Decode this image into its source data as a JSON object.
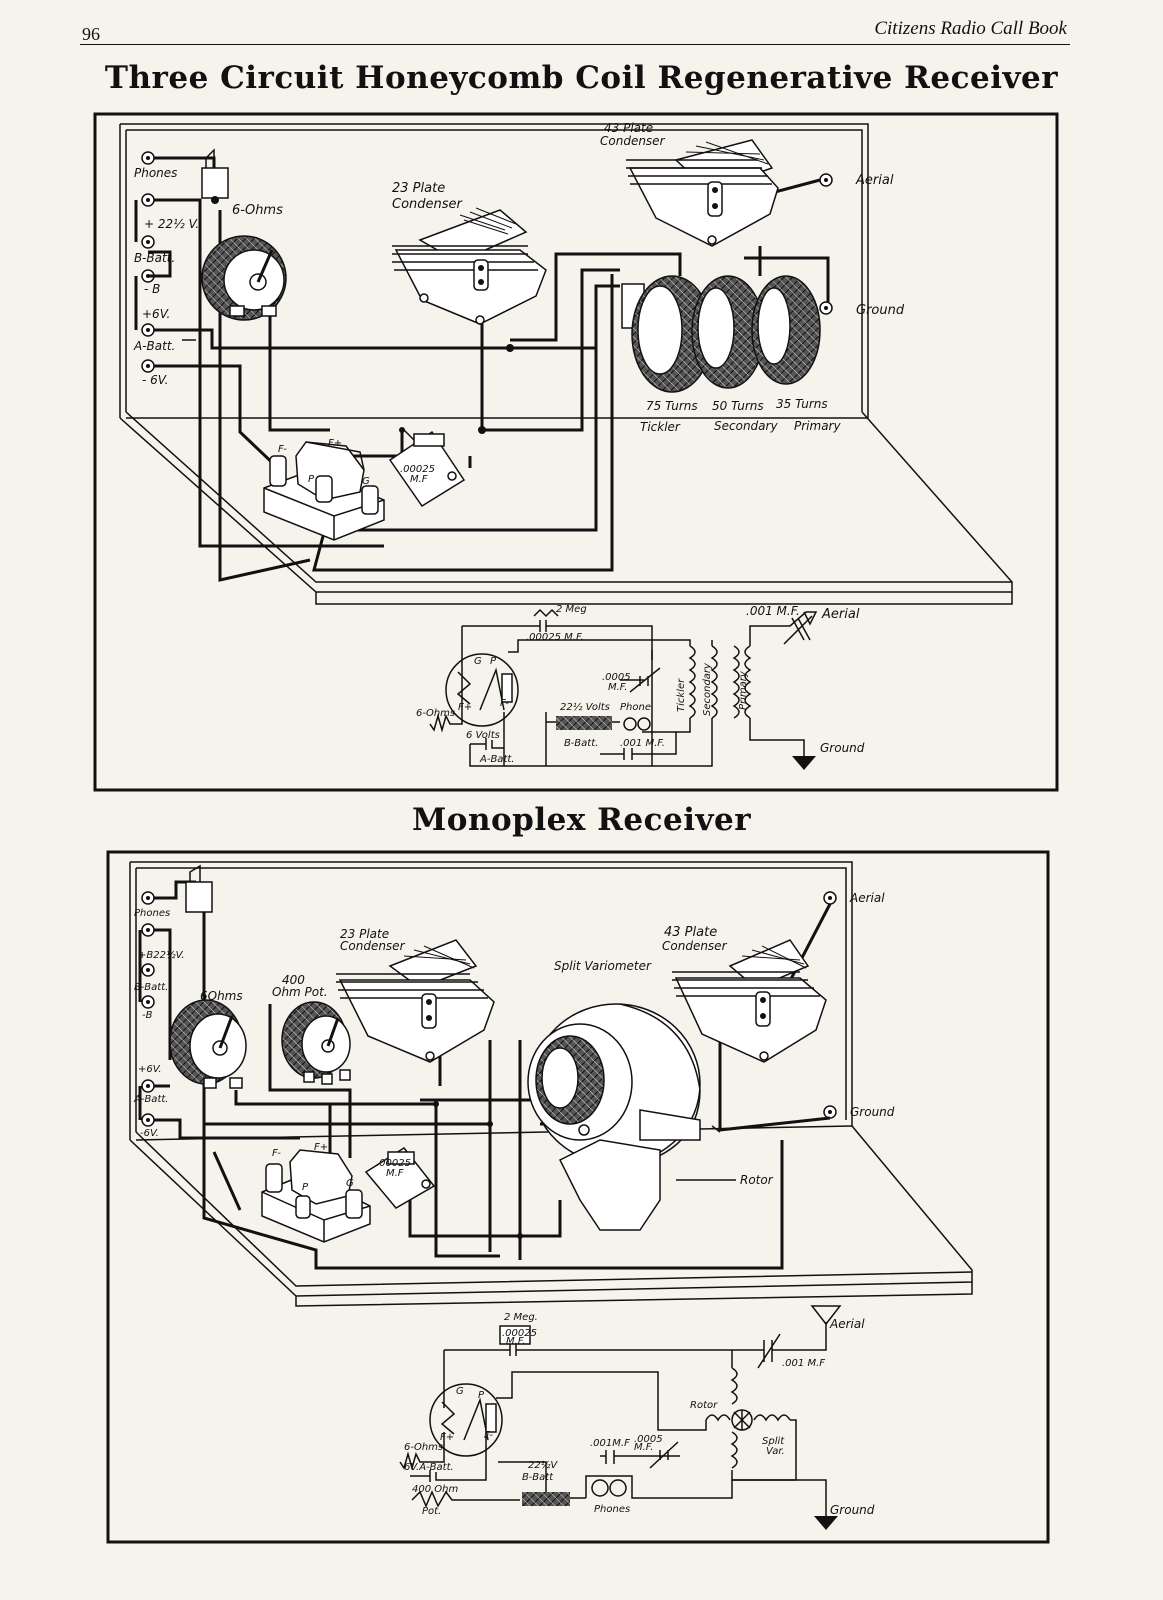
{
  "header": {
    "page_number": "96",
    "book_title": "Citizens Radio Call Book"
  },
  "diagram1": {
    "title": "Three Circuit Honeycomb Coil Regenerative Receiver",
    "wiring_labels": {
      "phones": "Phones",
      "plus_22v": "+ 22½ V.",
      "b_batt": "B-Batt.",
      "minus_b": "- B",
      "plus_6v": "+6V.",
      "a_batt": "A-Batt.",
      "minus_6v": "- 6V.",
      "rheostat": "6-Ohms",
      "cond23": "23 Plate",
      "cond23b": "Condenser",
      "cond43": "43 Plate",
      "cond43b": "Condenser",
      "aerial": "Aerial",
      "ground": "Ground",
      "turns75": "75 Turns",
      "turns50": "50 Turns",
      "turns35": "35 Turns",
      "tickler": "Tickler",
      "secondary": "Secondary",
      "primary": "Primary",
      "grid_cond": ".00025",
      "grid_cond_mf": "M.F",
      "f_minus": "F-",
      "f_plus": "F+",
      "p": "P",
      "g": "G"
    },
    "schematic_labels": {
      "leak": "2 Meg",
      "grid_cond": ".00025 M.F.",
      "var_cond": ".0005",
      "var_cond_mf": "M.F.",
      "ant_cond": ".001 M.F.",
      "aerial": "Aerial",
      "ground": "Ground",
      "tickler": "Tickler",
      "secondary": "Secondary",
      "primary": "Primary",
      "b_volts": "22½ Volts",
      "b_batt": "B-Batt.",
      "phone": "Phone",
      "bypass": ".001 M.F.",
      "rheostat": "6-Ohms",
      "a_volts": "6 Volts",
      "a_batt": "A-Batt.",
      "g": "G",
      "p": "P",
      "f_plus": "F+",
      "f_minus": "F-"
    }
  },
  "diagram2": {
    "title": "Monoplex Receiver",
    "wiring_labels": {
      "phones": "Phones",
      "plus_b": "+B22½V.",
      "b_batt": "B-Batt.",
      "minus_b": "-B",
      "plus_6v": "+6V.",
      "a_batt": "A-Batt.",
      "minus_6v": "-6V.",
      "rheostat": "6Ohms",
      "pot": "400",
      "pot2": "Ohm Pot.",
      "cond23": "23 Plate",
      "cond23b": "Condenser",
      "cond43": "43 Plate",
      "cond43b": "Condenser",
      "variometer": "Split Variometer",
      "rotor": "Rotor",
      "aerial": "Aerial",
      "ground": "Ground",
      "grid_cond": ".00025",
      "grid_cond_mf": "M.F",
      "f_minus": "F-",
      "f_plus": "F+",
      "p": "P",
      "g": "G"
    },
    "schematic_labels": {
      "leak": "2 Meg.",
      "grid_cond": ".00025",
      "grid_cond_mf": "M.F.",
      "aerial": "Aerial",
      "ant_cond": ".001 M.F",
      "rotor": "Rotor",
      "split": "Split",
      "var": "Var.",
      "bypass": ".001M.F",
      "var_cond": ".0005",
      "var_cond_mf": "M.F.",
      "b_volts": "22½V",
      "b_batt": "B-Batt",
      "phones": "Phones",
      "ground": "Ground",
      "rheostat": "6-Ohms",
      "a_batt": "6V.A-Batt.",
      "pot": "400 Ohm",
      "pot2": "Pot.",
      "g": "G",
      "p": "P",
      "f_plus": "F+",
      "f_minus": "F-"
    }
  }
}
